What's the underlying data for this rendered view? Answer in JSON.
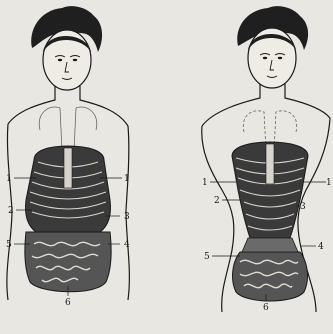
{
  "figures": [
    {
      "id": "natural-torso",
      "labels": [
        "1",
        "1",
        "2",
        "3",
        "4",
        "5",
        "6"
      ]
    },
    {
      "id": "corseted-torso",
      "labels": [
        "1",
        "1",
        "2",
        "3",
        "4",
        "5",
        "6"
      ]
    }
  ],
  "colors": {
    "paper": "#e9e7e1",
    "ink": "#1a1a1a",
    "shadow": "#2a2a2a"
  }
}
